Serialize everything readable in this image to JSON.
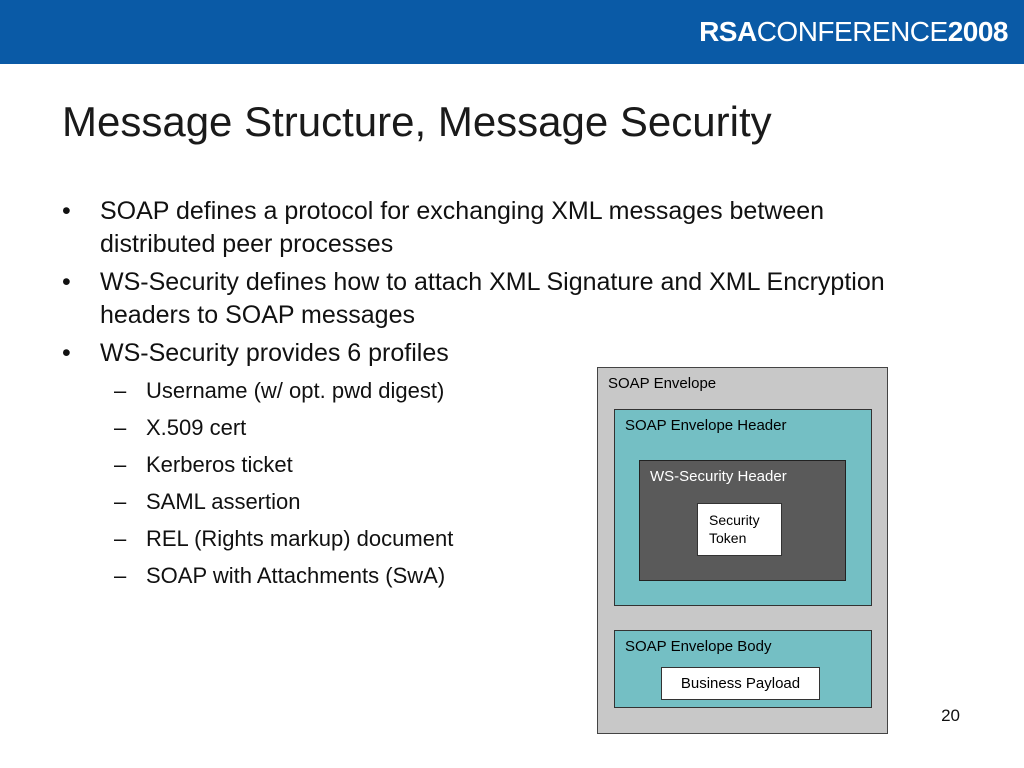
{
  "header": {
    "brand_rsa": "RSA",
    "brand_conference": "CONFERENCE",
    "brand_year": "2008",
    "bar_color": "#0a5aa6"
  },
  "slide": {
    "title": "Message Structure, Message Security",
    "page_number": "20"
  },
  "bullets": [
    {
      "marker": "•",
      "text": "SOAP defines a protocol for exchanging XML messages between distributed peer processes"
    },
    {
      "marker": "•",
      "text": "WS-Security defines how to attach XML Signature and XML Encryption headers to SOAP messages"
    },
    {
      "marker": "•",
      "text": "WS-Security provides 6 profiles",
      "sub": [
        {
          "marker": "–",
          "text": "Username (w/ opt. pwd digest)"
        },
        {
          "marker": "–",
          "text": "X.509 cert"
        },
        {
          "marker": "–",
          "text": "Kerberos ticket"
        },
        {
          "marker": "–",
          "text": "SAML assertion"
        },
        {
          "marker": "–",
          "text": "REL (Rights markup) document"
        },
        {
          "marker": "–",
          "text": "SOAP with Attachments (SwA)"
        }
      ]
    }
  ],
  "diagram": {
    "envelope": "SOAP Envelope",
    "envelope_header": "SOAP Envelope Header",
    "ws_security_header": "WS-Security Header",
    "security_token": "Security Token",
    "envelope_body": "SOAP Envelope Body",
    "business_payload": "Business Payload",
    "colors": {
      "envelope": "#c8c8c8",
      "section": "#74bfc4",
      "ws_header": "#5a5a5a"
    }
  }
}
